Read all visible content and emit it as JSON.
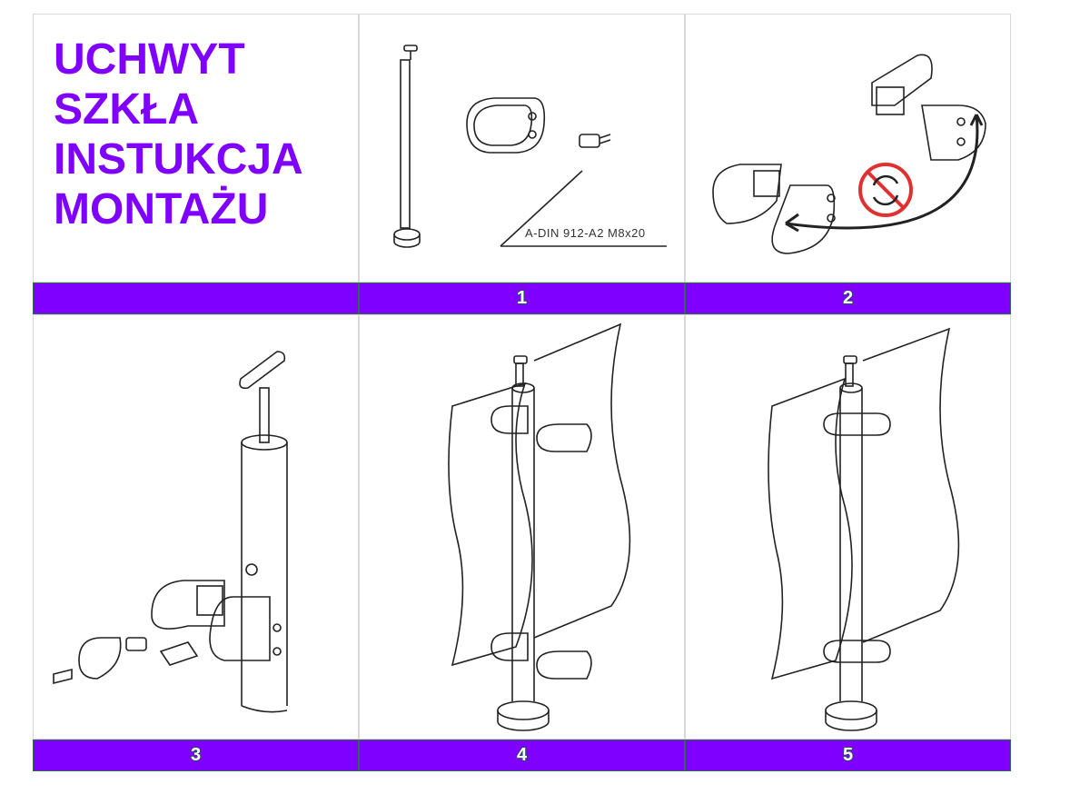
{
  "title_lines": [
    "UCHWYT",
    "SZKŁA",
    "INSTUKCJA",
    "MONTAŻU"
  ],
  "steps": [
    "",
    "1",
    "2",
    "3",
    "4",
    "5"
  ],
  "screw_label": "A-DIN 912-A2 M8x20",
  "colors": {
    "accent": "#7f00ff",
    "number_outline": "#1a5c3a"
  }
}
